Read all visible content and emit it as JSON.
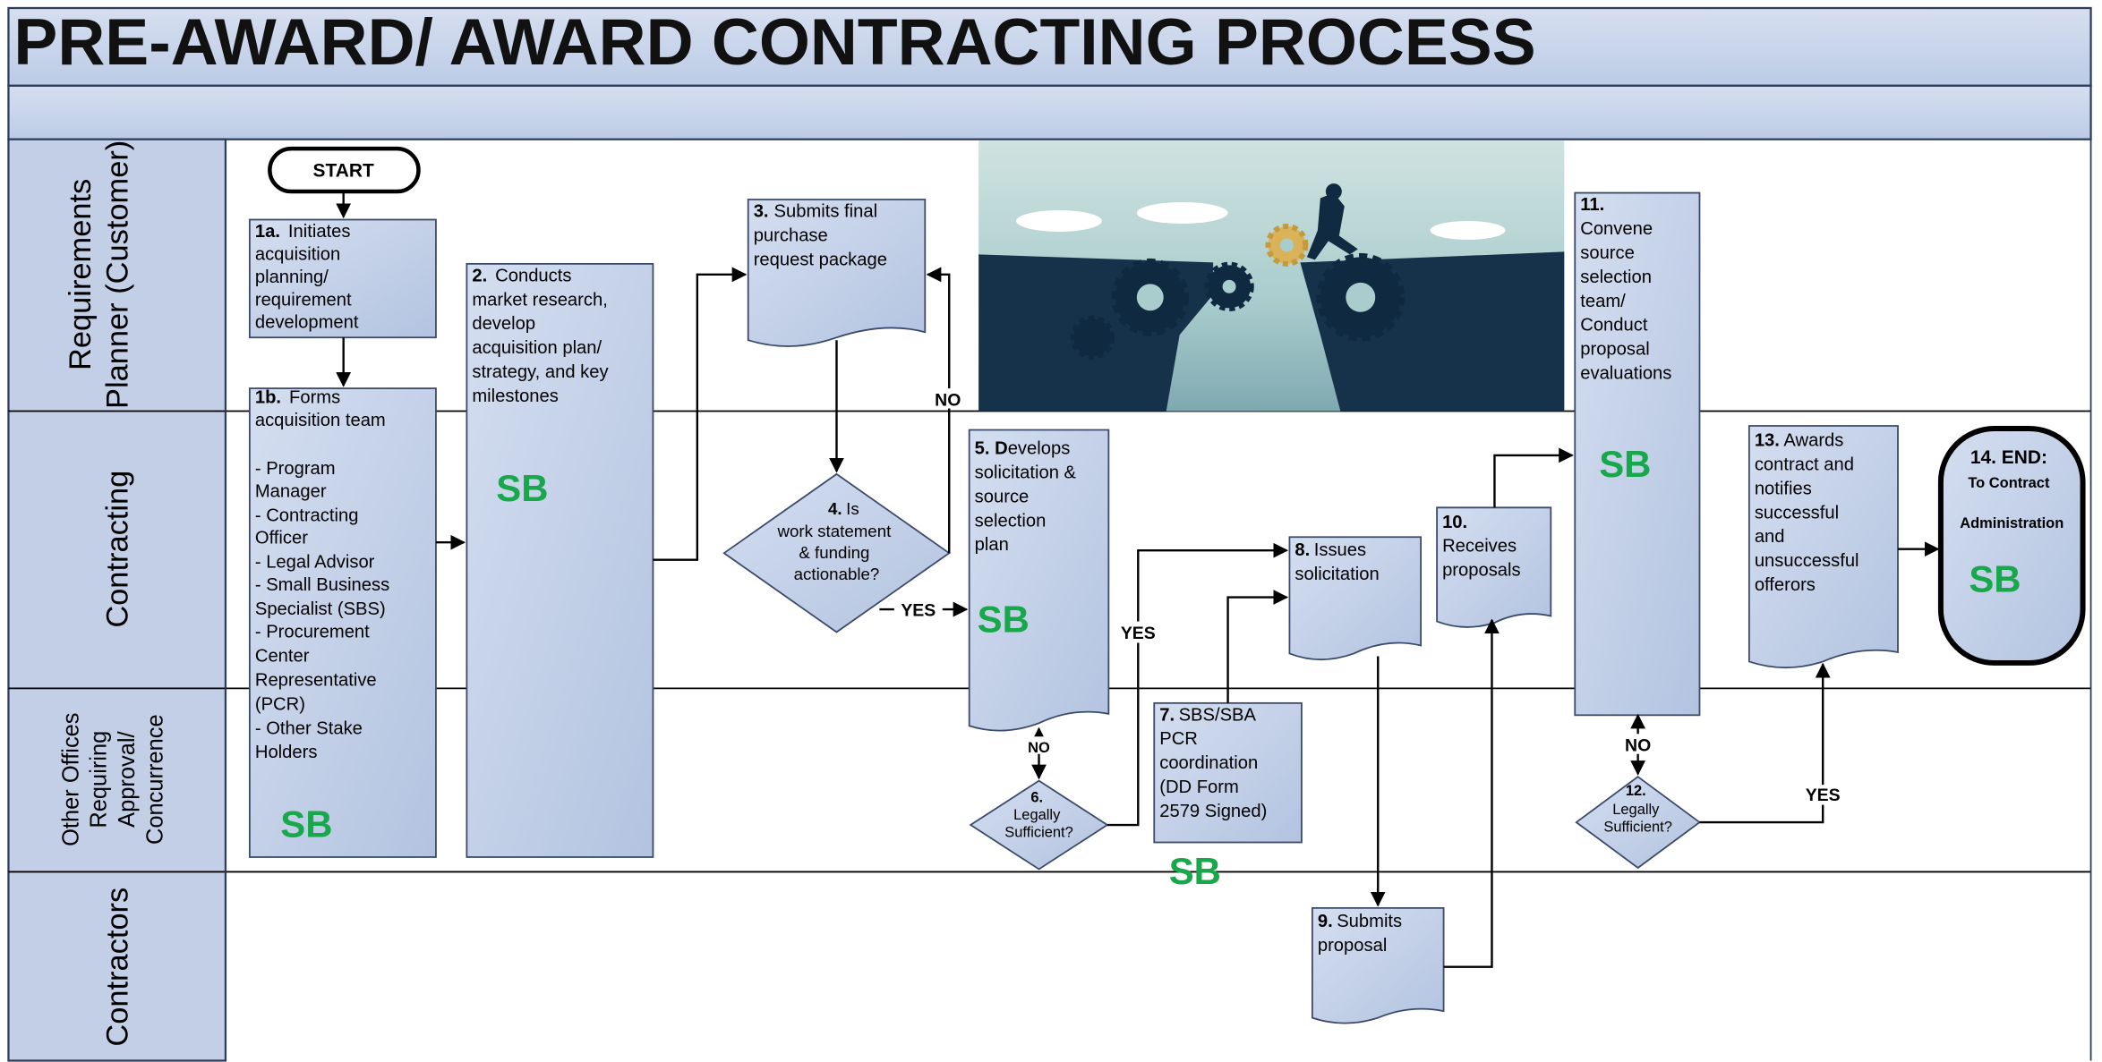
{
  "title": "PRE-AWARD/ AWARD CONTRACTING PROCESS",
  "colors": {
    "header_band": "#c7d3ea",
    "lane_label_bg": "#c3cfe6",
    "box_fill": "#c5d2ea",
    "box_stroke": "#3b4a6b",
    "sb_green": "#18a84b",
    "line": "#000000"
  },
  "lanes": [
    {
      "id": "requirements",
      "label_lines": [
        "Requirements",
        "Planner (Customer)"
      ]
    },
    {
      "id": "contracting",
      "label_lines": [
        "Contracting"
      ]
    },
    {
      "id": "other",
      "label_lines": [
        "Other Offices",
        "Requiring",
        "Approval/",
        "Concurrence"
      ]
    },
    {
      "id": "contractors",
      "label_lines": [
        "Contractors"
      ]
    }
  ],
  "start_label": "START",
  "steps": {
    "s1a": {
      "num": "1a.",
      "lines": [
        "Initiates",
        "acquisition",
        "planning/",
        "requirement",
        "development"
      ]
    },
    "s1b": {
      "num": "1b.",
      "lines": [
        "Forms",
        "acquisition team",
        "",
        "- Program",
        "Manager",
        "- Contracting",
        "Officer",
        "- Legal Advisor",
        "- Small Business",
        "Specialist (SBS)",
        "- Procurement",
        "Center",
        "Representative",
        "(PCR)",
        "- Other Stake",
        "Holders"
      ]
    },
    "s2": {
      "num": "2.",
      "lines": [
        "Conducts",
        "market research,",
        "develop",
        "acquisition plan/",
        "strategy, and key",
        "milestones"
      ]
    },
    "s3": {
      "num": "3.",
      "lines": [
        "Submits final",
        "purchase",
        "request package"
      ]
    },
    "s4": {
      "num": "4.",
      "lines": [
        "Is",
        "work statement",
        "& funding",
        "actionable?"
      ]
    },
    "s5": {
      "num": "5. D",
      "lines": [
        "evelops",
        "solicitation &",
        "source",
        "selection",
        "plan"
      ]
    },
    "s6": {
      "num": "6.",
      "lines": [
        "Legally",
        "Sufficient?"
      ]
    },
    "s7": {
      "num": "7.",
      "lines": [
        "SBS/SBA",
        "PCR",
        "coordination",
        "(DD Form",
        "2579 Signed)"
      ]
    },
    "s8": {
      "num": "8.",
      "lines": [
        "Issues",
        "solicitation"
      ]
    },
    "s9": {
      "num": "9.",
      "lines": [
        "Submits",
        "proposal"
      ]
    },
    "s10": {
      "num": "10.",
      "lines": [
        "Receives",
        "proposals"
      ]
    },
    "s11": {
      "num": "11.",
      "lines": [
        "Convene",
        "source",
        "selection",
        "team/",
        "Conduct",
        "proposal",
        "evaluations"
      ]
    },
    "s12": {
      "num": "12.",
      "lines": [
        "Legally",
        "Sufficient?"
      ]
    },
    "s13": {
      "num": "13.",
      "lines": [
        "Awards",
        "contract and",
        "notifies",
        "successful",
        "and",
        "unsuccessful",
        "offerors"
      ]
    },
    "s14": {
      "num": "14. END:",
      "lines": [
        "To Contract",
        "",
        "Administration"
      ]
    }
  },
  "edge_labels": {
    "yes": "YES",
    "no": "NO"
  },
  "sb_label": "SB",
  "illustration": "gears-bridging-gap-illustration"
}
